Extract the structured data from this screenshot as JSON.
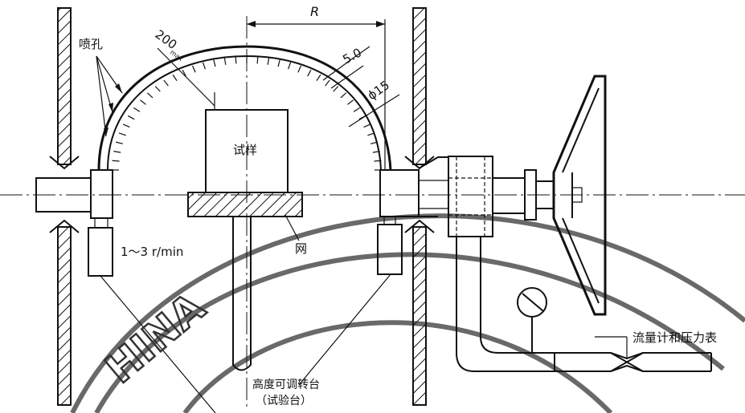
{
  "labels": {
    "nozzle_holes": "喷孔",
    "dim_R": "R",
    "dim_200": "200",
    "dim_200_sub": "max",
    "dim_5_0": "5.0",
    "dim_phi15": "ϕ15",
    "specimen": "试样",
    "rotation_speed": "1～3 r/min",
    "mesh": "网",
    "flow_pressure": "流量计和压力表",
    "turntable_line1": "高度可调转台",
    "turntable_line2": "（试验台）",
    "watermark": "HINA"
  }
}
